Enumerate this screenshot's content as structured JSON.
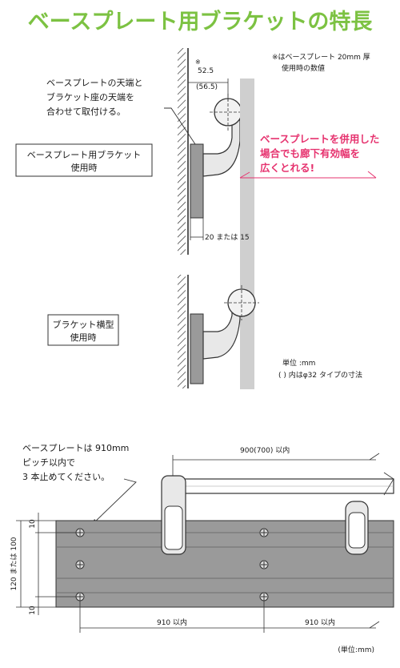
{
  "title": "ベースプレート用ブラケットの特長",
  "note_asterisk_1": "※はベースプレート 20mm 厚",
  "note_asterisk_2": "使用時の数値",
  "upper": {
    "instruction_lines": [
      "ベースプレートの天端と",
      "ブラケット座の天端を",
      "合わせて取付ける。"
    ],
    "label_a_lines": [
      "ベースプレート用ブラケット",
      "使用時"
    ],
    "label_b_lines": [
      "ブラケット横型",
      "使用時"
    ],
    "dim_asterisk": "※",
    "dim_1": "52.5",
    "dim_2": "(56.5)",
    "dim_gap": "20 または 15",
    "highlight_lines": [
      "ベースプレートを併用した",
      "場合でも廊下有効幅を",
      "広くとれる!"
    ],
    "unit_note": "単位 :mm",
    "paren_note": "(   ) 内はφ32 タイプの寸法"
  },
  "lower": {
    "callout_lines": [
      "ベースプレートは 910mm",
      "ピッチ以内で",
      "3 本止めてください。"
    ],
    "dim_top": "900(700) 以内",
    "dim_left_total": "120 または 100",
    "dim_left_top": "10",
    "dim_left_bottom": "10",
    "dim_span_1": "910 以内",
    "dim_span_2": "910 以内",
    "unit": "(単位:mm)"
  },
  "colors": {
    "title": "#7cc242",
    "highlight": "#e6336f",
    "plate": "#9a9a9a",
    "rail": "#cfcfcf"
  }
}
